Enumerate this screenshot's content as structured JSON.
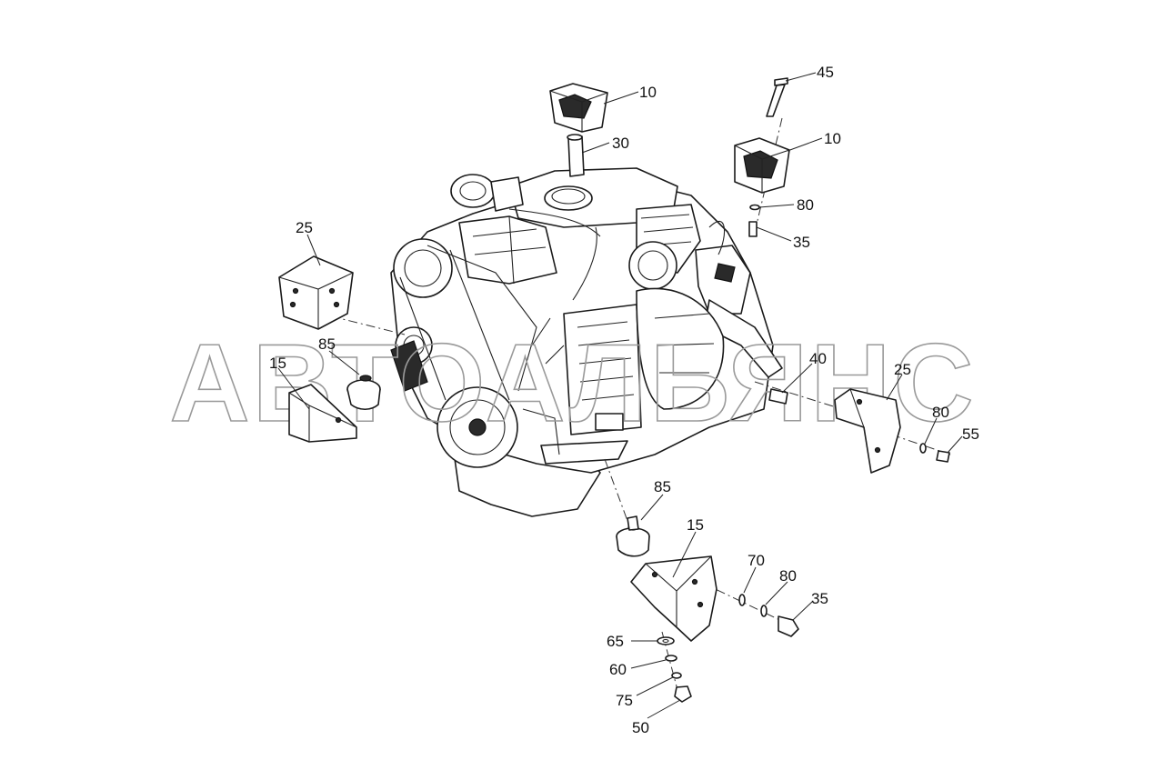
{
  "watermark": "АВТОАЛЬЯНС",
  "callouts": [
    {
      "id": "10a",
      "text": "10"
    },
    {
      "id": "30",
      "text": "30"
    },
    {
      "id": "45",
      "text": "45"
    },
    {
      "id": "10b",
      "text": "10"
    },
    {
      "id": "80a",
      "text": "80"
    },
    {
      "id": "35a",
      "text": "35"
    },
    {
      "id": "25a",
      "text": "25"
    },
    {
      "id": "85a",
      "text": "85"
    },
    {
      "id": "15a",
      "text": "15"
    },
    {
      "id": "40",
      "text": "40"
    },
    {
      "id": "25b",
      "text": "25"
    },
    {
      "id": "80b",
      "text": "80"
    },
    {
      "id": "55",
      "text": "55"
    },
    {
      "id": "85b",
      "text": "85"
    },
    {
      "id": "15b",
      "text": "15"
    },
    {
      "id": "70",
      "text": "70"
    },
    {
      "id": "80c",
      "text": "80"
    },
    {
      "id": "35b",
      "text": "35"
    },
    {
      "id": "65",
      "text": "65"
    },
    {
      "id": "60",
      "text": "60"
    },
    {
      "id": "75",
      "text": "75"
    },
    {
      "id": "50",
      "text": "50"
    }
  ]
}
